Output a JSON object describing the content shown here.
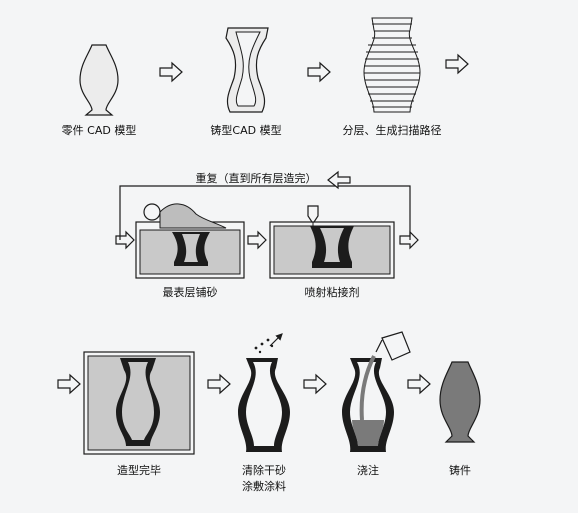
{
  "colors": {
    "ink": "#1c1c1c",
    "sand": "#c9c9c9",
    "cast": "#7a7a7a",
    "bg": "#f4f5f6"
  },
  "labels": {
    "part_cad": "零件 CAD 模型",
    "mold_cad": "铸型CAD 模型",
    "slice_path": "分层、生成扫描路径",
    "repeat": "重复（直到所有层造完）",
    "spread_sand": "最表层铺砂",
    "spray_binder": "喷射粘接剂",
    "mold_done": "造型完毕",
    "clean_coat_1": "清除干砂",
    "clean_coat_2": "涂敷涂料",
    "pouring": "浇注",
    "casting": "铸件"
  }
}
